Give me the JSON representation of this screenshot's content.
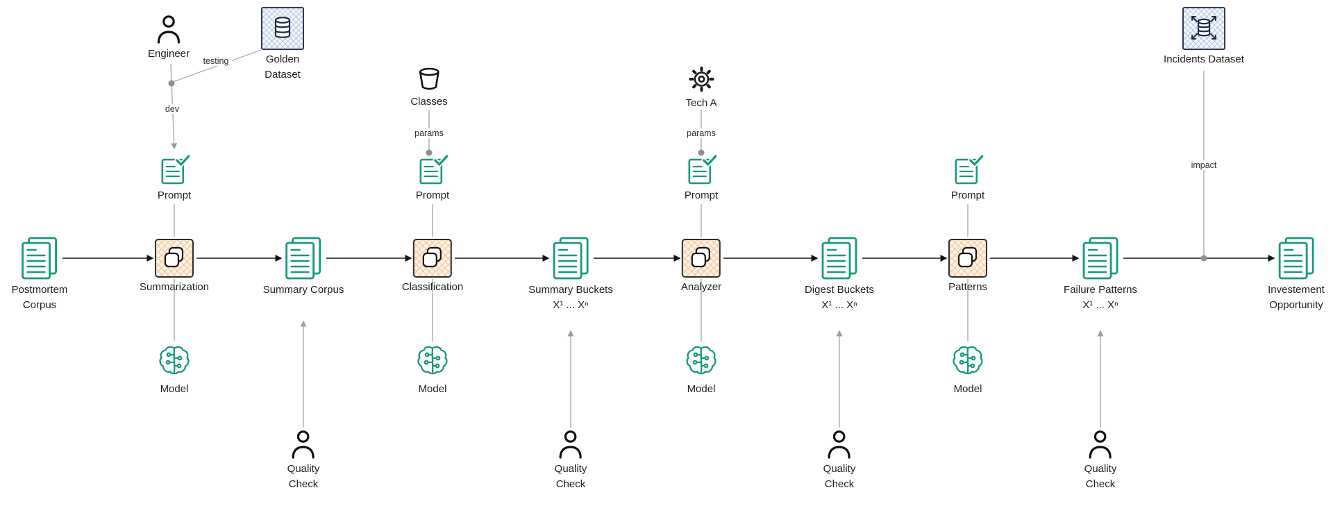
{
  "nodes": {
    "postmortem_corpus": {
      "line1": "Postmortem",
      "line2": "Corpus"
    },
    "summarization": {
      "label": "Summarization"
    },
    "summary_corpus": {
      "label": "Summary Corpus"
    },
    "classification": {
      "label": "Classification"
    },
    "summary_buckets": {
      "line1": "Summary Buckets",
      "line2": "X¹ ... Xⁿ"
    },
    "analyzer": {
      "label": "Analyzer"
    },
    "digest_buckets": {
      "line1": "Digest Buckets",
      "line2": "X¹ ... Xⁿ"
    },
    "patterns": {
      "label": "Patterns"
    },
    "failure_patterns": {
      "line1": "Failure Patterns",
      "line2": "X¹ ... Xⁿ"
    },
    "investment_opportunity": {
      "line1": "Investement",
      "line2": "Opportunity"
    },
    "engineer": {
      "label": "Engineer"
    },
    "golden_dataset": {
      "line1": "Golden",
      "line2": "Dataset"
    },
    "classes": {
      "label": "Classes"
    },
    "tech_a": {
      "label": "Tech A"
    },
    "incidents_dataset": {
      "label": "Incidents Dataset"
    }
  },
  "shared": {
    "prompt": "Prompt",
    "model": "Model",
    "quality_line1": "Quality",
    "quality_line2": "Check"
  },
  "edge_labels": {
    "dev": "dev",
    "testing": "testing",
    "params": "params",
    "impact": "impact"
  },
  "colors": {
    "teal": "#15997e",
    "black": "#161616",
    "edge_gray": "#ababab",
    "dot_gray": "#8f8f8f",
    "process_fill": "#fdf3e6",
    "process_hatch": "#eeb780",
    "dataset_fill": "#f4f7fc",
    "dataset_hatch": "#6c8cbe",
    "dataset_border": "#2c3a54"
  },
  "icons": {
    "document-stack-icon": "teal stacked lined pages",
    "process-icon": "hatched box with two overlapping rounded squares",
    "prompt-icon": "teal lined note with checkmark",
    "model-icon": "teal circuit brain",
    "person-icon": "black person outline",
    "bucket-icon": "black bucket outline",
    "gear-icon": "black gear",
    "database-icon": "database cylinder in hatched box",
    "database-export-icon": "database cylinder with outward corner arrows"
  }
}
